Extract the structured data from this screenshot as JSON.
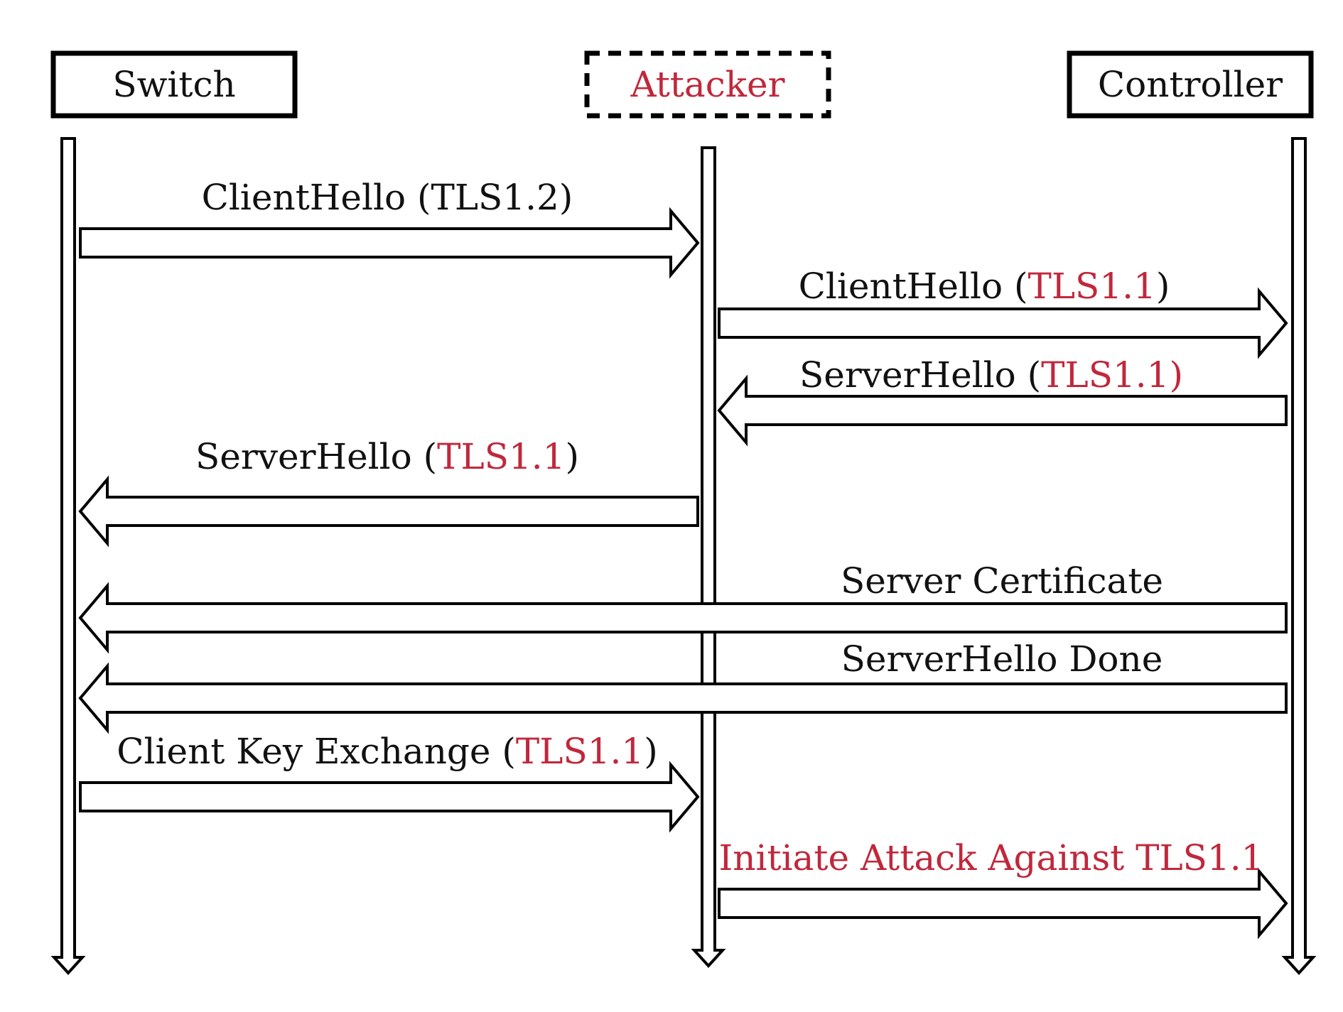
{
  "colors": {
    "stroke": "#000000",
    "accent": "#c0283c",
    "text": "#111111"
  },
  "actors": [
    {
      "id": "switch",
      "label": "Switch",
      "dashed": false,
      "highlight": false
    },
    {
      "id": "attacker",
      "label": "Attacker",
      "dashed": true,
      "highlight": true
    },
    {
      "id": "controller",
      "label": "Controller",
      "dashed": false,
      "highlight": false
    }
  ],
  "messages": [
    {
      "from": "switch",
      "to": "attacker",
      "label": [
        {
          "text": "ClientHello (TLS1.2)",
          "highlight": false
        }
      ]
    },
    {
      "from": "attacker",
      "to": "controller",
      "label": [
        {
          "text": "ClientHello (",
          "highlight": false
        },
        {
          "text": "TLS1.1",
          "highlight": true
        },
        {
          "text": ")",
          "highlight": false
        }
      ]
    },
    {
      "from": "controller",
      "to": "attacker",
      "label": [
        {
          "text": "ServerHello (",
          "highlight": false
        },
        {
          "text": "TLS1.1)",
          "highlight": true
        }
      ]
    },
    {
      "from": "attacker",
      "to": "switch",
      "label": [
        {
          "text": "ServerHello (",
          "highlight": false
        },
        {
          "text": "TLS1.1",
          "highlight": true
        },
        {
          "text": ")",
          "highlight": false
        }
      ]
    },
    {
      "from": "controller",
      "to": "switch",
      "label": [
        {
          "text": "Server Certificate",
          "highlight": false
        }
      ]
    },
    {
      "from": "controller",
      "to": "switch",
      "label": [
        {
          "text": "ServerHello Done",
          "highlight": false
        }
      ]
    },
    {
      "from": "switch",
      "to": "attacker",
      "label": [
        {
          "text": "Client Key Exchange (",
          "highlight": false
        },
        {
          "text": "TLS1.1",
          "highlight": true
        },
        {
          "text": ")",
          "highlight": false
        }
      ]
    },
    {
      "from": "attacker",
      "to": "controller",
      "label": [
        {
          "text": "Initiate Attack Against TLS1.1",
          "highlight": true
        }
      ]
    }
  ]
}
